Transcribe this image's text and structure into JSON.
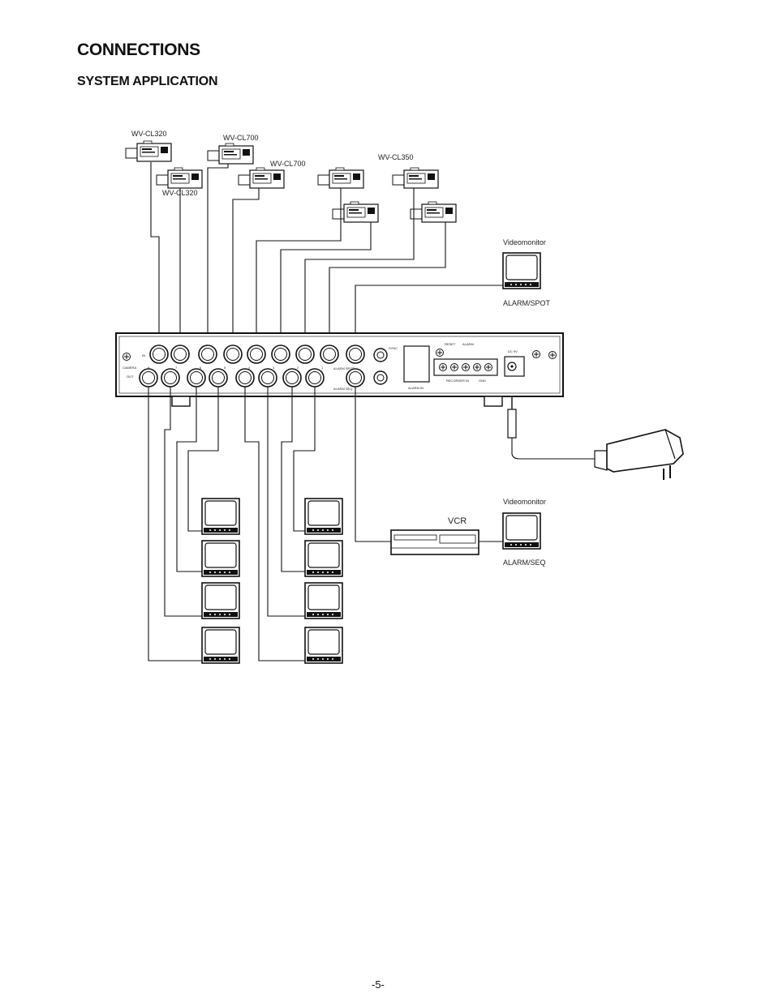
{
  "header": {
    "title": "CONNECTIONS",
    "subtitle": "SYSTEM APPLICATION"
  },
  "labels": {
    "cam1": "WV-CL320",
    "cam2": "WV-CL320",
    "cam3": "WV-CL700",
    "cam4": "WV-CL700",
    "cam5": "WV-CL350",
    "monitor_spot": "Videomonitor",
    "monitor_spot_caption": "ALARM/SPOT",
    "monitor_seq": "Videomonitor",
    "monitor_seq_caption": "ALARM/SEQ",
    "vcr": "VCR"
  },
  "panel": {
    "in_label": "IN",
    "camera_label": "CAMERA",
    "out_label": "OUT",
    "channel_numbers": [
      "8",
      "7",
      "6",
      "5",
      "4",
      "3",
      "2",
      "1"
    ],
    "alarm_spot": "ALARM SPOT",
    "alarm_seq": "ALARM SEQ",
    "alarm_in": "ALARM IN",
    "reset": "RESET",
    "alarm": "ALARM",
    "recorder_in": "RECORDER IN",
    "gnd": "GND",
    "dc_9v": "DC 9V",
    "sync": "SYNC"
  },
  "footer": {
    "page_number": "-5-"
  }
}
